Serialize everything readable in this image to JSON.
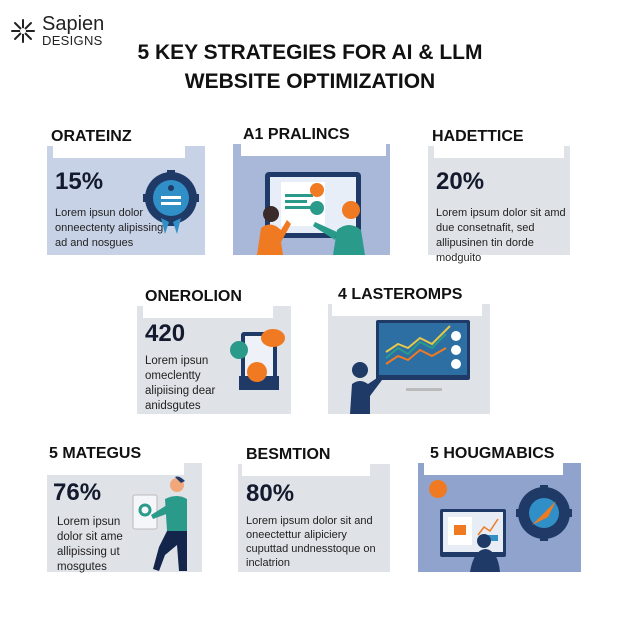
{
  "brand": {
    "line1": "Sapien",
    "line2": "DESIGNS"
  },
  "title": {
    "line1": "5 KEY STRATEGIES FOR AI & LLM",
    "line2": "WEBSITE OPTIMIZATION"
  },
  "cards": [
    {
      "title": "ORATEINZ",
      "stat": "15%",
      "desc": "Lorem ipsun dolor onneectenty alipissing ad and nosgues",
      "icon": "gear-badge-icon"
    },
    {
      "title": "A1 PRALINCS",
      "icon": "people-monitor-illustration"
    },
    {
      "title": "HADETTICE",
      "stat": "20%",
      "desc": "Lorem ipsum dolor sit amd due consetnafit, sed allipusinen tin dorde modguito"
    },
    {
      "title": "ONEROLION",
      "stat": "420",
      "desc": "Lorem ipsun omeclentty alipiising dear anidsgutes",
      "icon": "devices-icon"
    },
    {
      "title": "4 LASTEROMPS",
      "icon": "analytics-presenter-illustration"
    },
    {
      "title": "5 MATEGUS",
      "stat": "76%",
      "desc": "Lorem ipsun dolor sit ame allipissing ut mosgutes",
      "icon": "person-tablet-illustration"
    },
    {
      "title": "BESMTION",
      "stat": "80%",
      "desc": "Lorem ipsum dolor sit and oneectettur alipiciery cuputtad undnesstoque on inclatrion"
    },
    {
      "title": "5 HOUGMABICS",
      "icon": "computer-gear-illustration"
    }
  ],
  "colors": {
    "orange": "#f07a22",
    "teal": "#2a9a8a",
    "navy": "#1f3a66",
    "blue": "#2f8fc6"
  }
}
